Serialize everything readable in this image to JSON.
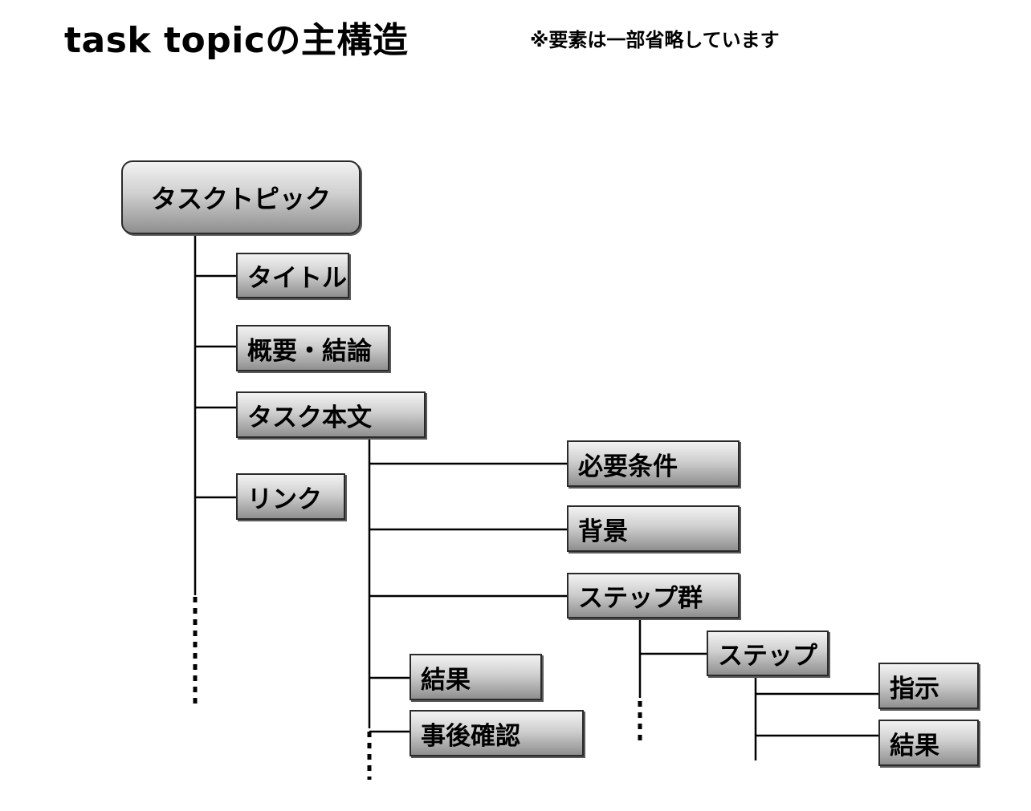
{
  "header": {
    "title": "task topicの主構造",
    "note": "※要素は一部省略しています"
  },
  "tree": {
    "root": "タスクトピック",
    "title": "タイトル",
    "summary": "概要・結論",
    "body": "タスク本文",
    "link": "リンク",
    "prereq": "必要条件",
    "background": "背景",
    "steps": "ステップ群",
    "step": "ステップ",
    "instruction": "指示",
    "step_result": "結果",
    "result": "結果",
    "postreq": "事後確認"
  }
}
